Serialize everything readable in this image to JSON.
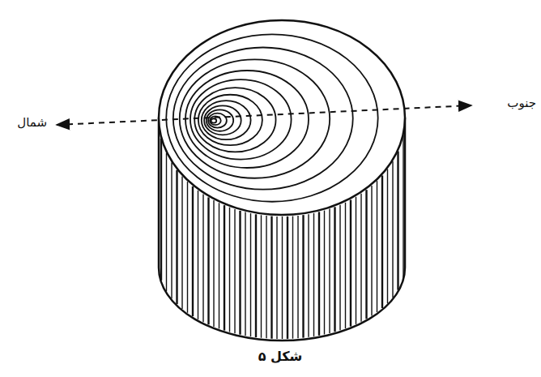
{
  "diagram": {
    "caption": "شکل ۵",
    "labels": [
      "شمال",
      "جنوب"
    ]
  }
}
